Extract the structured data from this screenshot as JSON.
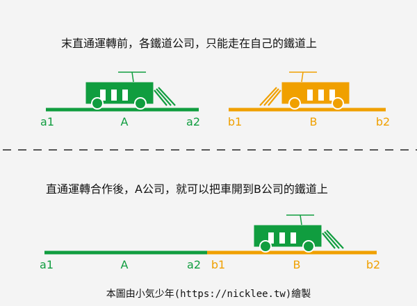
{
  "captions": {
    "before": "末直通運轉前，各鐵道公司，只能走在自己的鐵道上",
    "after": "直通運轉合作後，A公司，就可以把車開到B公司的鐵道上"
  },
  "top_section": {
    "line_a": {
      "company": "A",
      "start": "a1",
      "end": "a2"
    },
    "line_b": {
      "company": "B",
      "start": "b1",
      "end": "b2"
    }
  },
  "bottom_section": {
    "line_a": {
      "company": "A",
      "start": "a1",
      "end": "a2"
    },
    "line_b": {
      "company": "B",
      "start": "b1",
      "end": "b2"
    }
  },
  "footer": "本圖由小気少年(https://nicklee.tw)繪製",
  "colors": {
    "company_a": "#109d3f",
    "company_b": "#f0a000",
    "divider": "#222222"
  }
}
